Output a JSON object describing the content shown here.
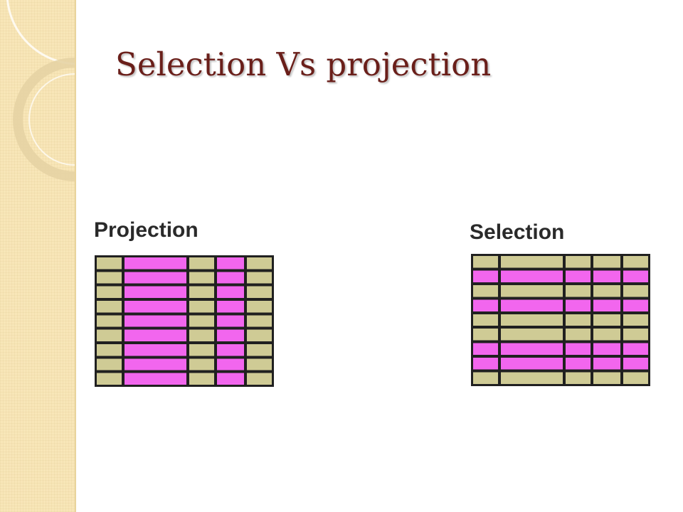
{
  "slide": {
    "title": "Selection Vs projection"
  },
  "colors": {
    "highlight": "#f266ee",
    "plain": "#cfcb95",
    "border": "#202020",
    "title": "#6a1f1a",
    "strip": "#f8e6b8"
  },
  "panels": [
    {
      "id": "projection",
      "label": "Projection",
      "rows": 9,
      "col_widths": [
        1.0,
        2.5,
        1.0,
        1.1,
        1.0
      ],
      "highlight_cols": [
        1,
        3
      ],
      "highlight_rows": []
    },
    {
      "id": "selection",
      "label": "Selection",
      "rows": 9,
      "col_widths": [
        1.0,
        2.5,
        1.0,
        1.1,
        1.0
      ],
      "highlight_cols": [],
      "highlight_rows": [
        1,
        3,
        6,
        7
      ]
    }
  ]
}
